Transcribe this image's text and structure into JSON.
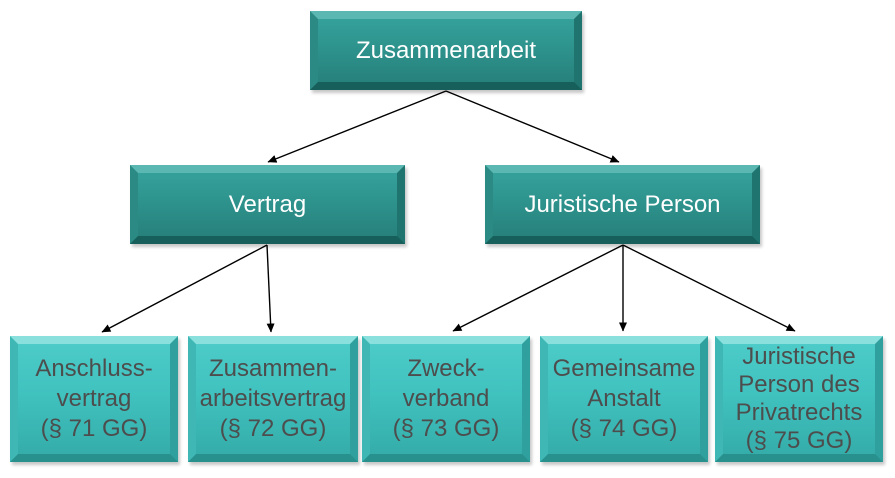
{
  "diagram": {
    "nodes": {
      "root": {
        "label": "Zusammenarbeit",
        "level": 1
      },
      "vertrag": {
        "label": "Vertrag",
        "level": 2
      },
      "jperson": {
        "label": "Juristische Person",
        "level": 2
      },
      "b1": {
        "label": "Anschluss-\nvertrag\n(§ 71 GG)",
        "paragraph": "§ 71 GG",
        "level": 3
      },
      "b2": {
        "label": "Zusammen-\narbeitsvertrag\n(§ 72 GG)",
        "paragraph": "§ 72 GG",
        "level": 3
      },
      "b3": {
        "label": "Zweck-\nverband\n(§ 73 GG)",
        "paragraph": "§ 73 GG",
        "level": 3
      },
      "b4": {
        "label": "Gemeinsame\nAnstalt\n(§ 74 GG)",
        "paragraph": "§ 74 GG",
        "level": 3
      },
      "b5": {
        "label": "Juristische\nPerson des\nPrivatrechts\n(§ 75 GG)",
        "paragraph": "§ 75 GG",
        "level": 3
      }
    },
    "edges": [
      {
        "from": "root",
        "to": "vertrag"
      },
      {
        "from": "root",
        "to": "jperson"
      },
      {
        "from": "vertrag",
        "to": "b1"
      },
      {
        "from": "vertrag",
        "to": "b2"
      },
      {
        "from": "jperson",
        "to": "b3"
      },
      {
        "from": "jperson",
        "to": "b4"
      },
      {
        "from": "jperson",
        "to": "b5"
      }
    ],
    "colors": {
      "box_dark_fill": "#2E938D",
      "box_light_fill": "#40C2BF",
      "text_on_dark": "#FFFFFF",
      "text_on_light": "#4D4D4D",
      "connector": "#000000",
      "background": "#FFFFFF"
    }
  }
}
